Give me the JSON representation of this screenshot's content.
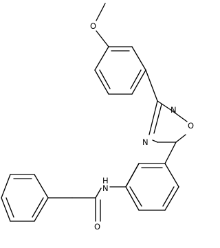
{
  "structure": {
    "atom_labels": {
      "methoxy_oxygen": "O",
      "ring_oxygen": "O",
      "ring_nitrogen_upper": "N",
      "ring_nitrogen_lower": "N",
      "amide_nitrogen_h": "H",
      "amide_nitrogen": "N",
      "carbonyl_oxygen": "O"
    },
    "colors": {
      "bond": "#000000",
      "label": "#000000",
      "background": "#ffffff"
    }
  }
}
